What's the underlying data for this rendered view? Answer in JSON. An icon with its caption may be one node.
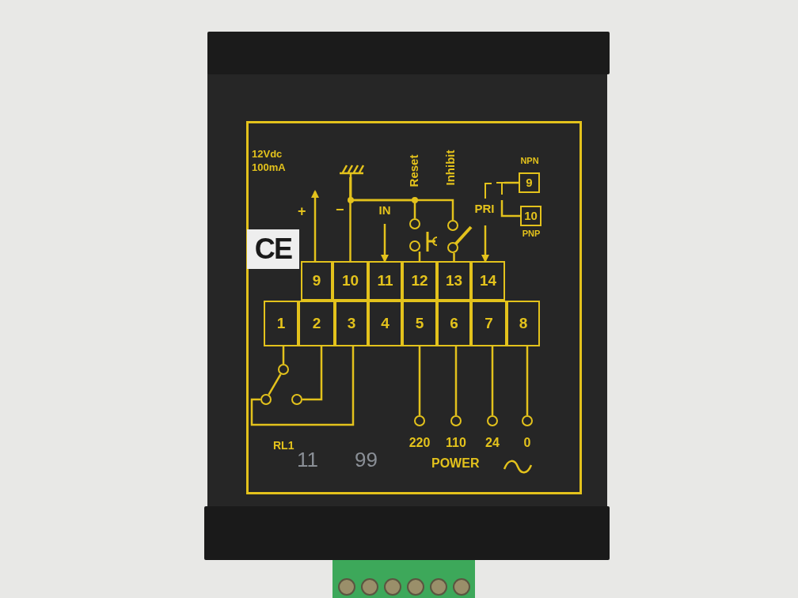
{
  "diagram": {
    "nodes": [
      {
        "text": [
          "9"
        ]
      },
      {
        "text": [
          "10"
        ]
      },
      {
        "text": [
          "11"
        ]
      },
      {
        "text": [
          "12"
        ]
      },
      {
        "text": [
          "13"
        ]
      },
      {
        "text": [
          "14"
        ]
      },
      {
        "text": [
          "1"
        ]
      },
      {
        "text": [
          "2"
        ]
      },
      {
        "text": [
          "3"
        ]
      },
      {
        "text": [
          "4"
        ]
      },
      {
        "text": [
          "5"
        ]
      },
      {
        "text": [
          "6"
        ]
      },
      {
        "text": [
          "7"
        ]
      },
      {
        "text": [
          "8"
        ]
      },
      {
        "text": [
          "9"
        ],
        "beside": [
          "NPN"
        ]
      },
      {
        "text": [
          "10"
        ],
        "beside": [
          "PNP"
        ]
      },
      {
        "text": [],
        "shape": "ground"
      },
      {
        "text": [],
        "shape": "circle"
      },
      {
        "text": [],
        "shape": "circle"
      },
      {
        "text": [],
        "shape": "circle"
      },
      {
        "text": [],
        "shape": "circle"
      },
      {
        "text": [],
        "shape": "circle"
      },
      {
        "text": [],
        "shape": "circle"
      },
      {
        "text": [],
        "shape": "circle"
      },
      {
        "text": [],
        "shape": "circle",
        "beside": [
          "220"
        ]
      },
      {
        "text": [],
        "shape": "circle",
        "beside": [
          "110"
        ]
      },
      {
        "text": [],
        "shape": "circle",
        "beside": [
          "24"
        ]
      },
      {
        "text": [],
        "shape": "circle",
        "beside": [
          "0"
        ]
      },
      {
        "text": [],
        "shape": "switch"
      }
    ],
    "edges": [
      {
        "from": 0,
        "to": null,
        "arrow": "to"
      },
      {
        "from": 16,
        "to": 1,
        "arrow": "none"
      },
      {
        "from": 16,
        "to": 17,
        "arrow": "none"
      },
      {
        "from": 16,
        "to": 19,
        "arrow": "none"
      },
      {
        "from": null,
        "to": 2,
        "arrow": "to",
        "label": "IN"
      },
      {
        "from": 18,
        "to": 3,
        "arrow": "none"
      },
      {
        "from": 20,
        "to": 4,
        "arrow": "none"
      },
      {
        "from": null,
        "to": 5,
        "arrow": "to",
        "label": "PRI"
      },
      {
        "from": 28,
        "to": 14,
        "arrow": "none"
      },
      {
        "from": 28,
        "to": 15,
        "arrow": "none"
      },
      {
        "from": 6,
        "to": 21,
        "arrow": "none"
      },
      {
        "from": 21,
        "to": 22,
        "arrow": "none"
      },
      {
        "from": 23,
        "to": 7,
        "arrow": "none"
      },
      {
        "from": 22,
        "to": 8,
        "arrow": "none"
      },
      {
        "from": 10,
        "to": 24,
        "arrow": "none"
      },
      {
        "from": 11,
        "to": 25,
        "arrow": "none"
      },
      {
        "from": 12,
        "to": 26,
        "arrow": "none"
      },
      {
        "from": 13,
        "to": 27,
        "arrow": "none"
      }
    ],
    "labels": [
      "12Vdc",
      "100mA",
      "+",
      "−",
      "Reset",
      "Inhibit",
      "CE",
      "RL1",
      "11",
      "99",
      "POWER"
    ]
  }
}
